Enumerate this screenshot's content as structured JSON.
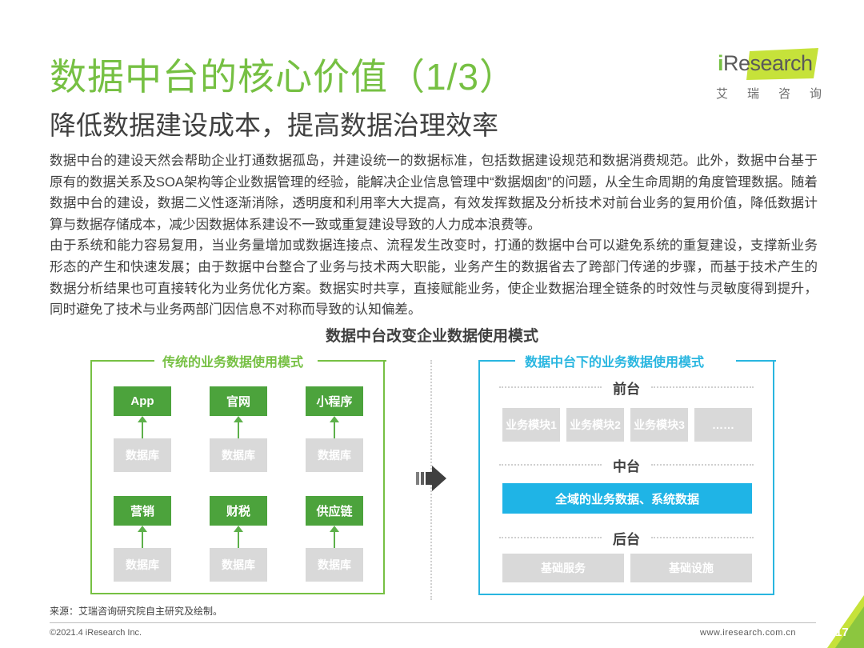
{
  "header": {
    "title": "数据中台的核心价值（1/3）",
    "subtitle": "降低数据建设成本，提高数据治理效率"
  },
  "logo": {
    "brand_prefix": "i",
    "brand_rest": "Research",
    "chinese": [
      "艾",
      "瑞",
      "咨",
      "询"
    ],
    "colors": {
      "green": "#76c043",
      "badge": "#c6e23a"
    }
  },
  "body": {
    "paragraphs": [
      "数据中台的建设天然会帮助企业打通数据孤岛，并建设统一的数据标准，包括数据建设规范和数据消费规范。此外，数据中台基于原有的数据关系及SOA架构等企业数据管理的经验，能解决企业信息管理中“数据烟囱”的问题，从全生命周期的角度管理数据。随着数据中台的建设，数据二义性逐渐消除，透明度和利用率大大提高，有效发挥数据及分析技术对前台业务的复用价值，降低数据计算与数据存储成本，减少因数据体系建设不一致或重复建设导致的人力成本浪费等。",
      "由于系统和能力容易复用，当业务量增加或数据连接点、流程发生改变时，打通的数据中台可以避免系统的重复建设，支撑新业务形态的产生和快速发展；由于数据中台整合了业务与技术两大职能，业务产生的数据省去了跨部门传递的步骤，而基于技术产生的数据分析结果也可直接转化为业务优化方案。数据实时共享，直接赋能业务，使企业数据治理全链条的时效性与灵敏度得到提升，同时避免了技术与业务两部门因信息不对称而导致的认知偏差。"
    ]
  },
  "diagram": {
    "title": "数据中台改变企业数据使用模式",
    "left": {
      "label": "传统的业务数据使用模式",
      "modules": [
        {
          "app": "App",
          "db": "数据库"
        },
        {
          "app": "官网",
          "db": "数据库"
        },
        {
          "app": "小程序",
          "db": "数据库"
        },
        {
          "app": "营销",
          "db": "数据库"
        },
        {
          "app": "财税",
          "db": "数据库"
        },
        {
          "app": "供应链",
          "db": "数据库"
        }
      ],
      "color": "#76c043",
      "box_color": "#4ca33c"
    },
    "right": {
      "label": "数据中台下的业务数据使用模式",
      "front_label": "前台",
      "front_modules": [
        "业务模块1",
        "业务模块2",
        "业务模块3",
        "……"
      ],
      "middle_label": "中台",
      "middle_bar": "全域的业务数据、系统数据",
      "back_label": "后台",
      "back_modules": [
        "基础服务",
        "基础设施"
      ],
      "color": "#29b6e0",
      "bar_color": "#1fb4e6"
    }
  },
  "footer": {
    "source": "来源：艾瑞咨询研究院自主研究及绘制。",
    "copyright": "©2021.4 iResearch Inc.",
    "website": "www.iresearch.com.cn",
    "page": "17"
  }
}
